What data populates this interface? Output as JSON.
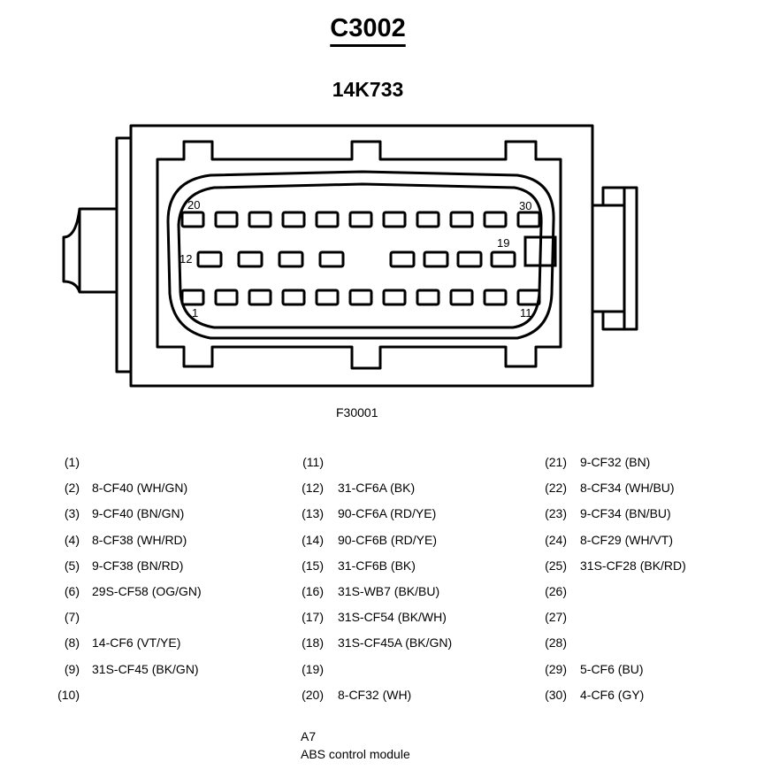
{
  "title": "C3002",
  "part_number": "14K733",
  "figure_id": "F30001",
  "pin_labels": {
    "top_left": "20",
    "top_right": "30",
    "mid_left": "12",
    "mid_right": "19",
    "bottom_left": "1",
    "bottom_right": "11"
  },
  "pins_col1": [
    {
      "num": "(1)",
      "circuit": ""
    },
    {
      "num": "(2)",
      "circuit": "8-CF40 (WH/GN)"
    },
    {
      "num": "(3)",
      "circuit": "9-CF40 (BN/GN)"
    },
    {
      "num": "(4)",
      "circuit": "8-CF38 (WH/RD)"
    },
    {
      "num": "(5)",
      "circuit": "9-CF38 (BN/RD)"
    },
    {
      "num": "(6)",
      "circuit": "29S-CF58 (OG/GN)"
    },
    {
      "num": "(7)",
      "circuit": ""
    },
    {
      "num": "(8)",
      "circuit": "14-CF6 (VT/YE)"
    },
    {
      "num": "(9)",
      "circuit": "31S-CF45 (BK/GN)"
    },
    {
      "num": "(10)",
      "circuit": ""
    }
  ],
  "pins_col2": [
    {
      "num": "(11)",
      "circuit": ""
    },
    {
      "num": "(12)",
      "circuit": "31-CF6A (BK)"
    },
    {
      "num": "(13)",
      "circuit": "90-CF6A (RD/YE)"
    },
    {
      "num": "(14)",
      "circuit": "90-CF6B (RD/YE)"
    },
    {
      "num": "(15)",
      "circuit": "31-CF6B (BK)"
    },
    {
      "num": "(16)",
      "circuit": "31S-WB7 (BK/BU)"
    },
    {
      "num": "(17)",
      "circuit": "31S-CF54 (BK/WH)"
    },
    {
      "num": "(18)",
      "circuit": "31S-CF45A (BK/GN)"
    },
    {
      "num": "(19)",
      "circuit": ""
    },
    {
      "num": "(20)",
      "circuit": "8-CF32 (WH)"
    }
  ],
  "pins_col3": [
    {
      "num": "(21)",
      "circuit": "9-CF32 (BN)"
    },
    {
      "num": "(22)",
      "circuit": "8-CF34 (WH/BU)"
    },
    {
      "num": "(23)",
      "circuit": "9-CF34 (BN/BU)"
    },
    {
      "num": "(24)",
      "circuit": "8-CF29 (WH/VT)"
    },
    {
      "num": "(25)",
      "circuit": "31S-CF28 (BK/RD)"
    },
    {
      "num": "(26)",
      "circuit": ""
    },
    {
      "num": "(27)",
      "circuit": ""
    },
    {
      "num": "(28)",
      "circuit": ""
    },
    {
      "num": "(29)",
      "circuit": "5-CF6 (BU)"
    },
    {
      "num": "(30)",
      "circuit": "4-CF6 (GY)"
    }
  ],
  "footer": {
    "ref": "A7",
    "description": "ABS control module"
  }
}
